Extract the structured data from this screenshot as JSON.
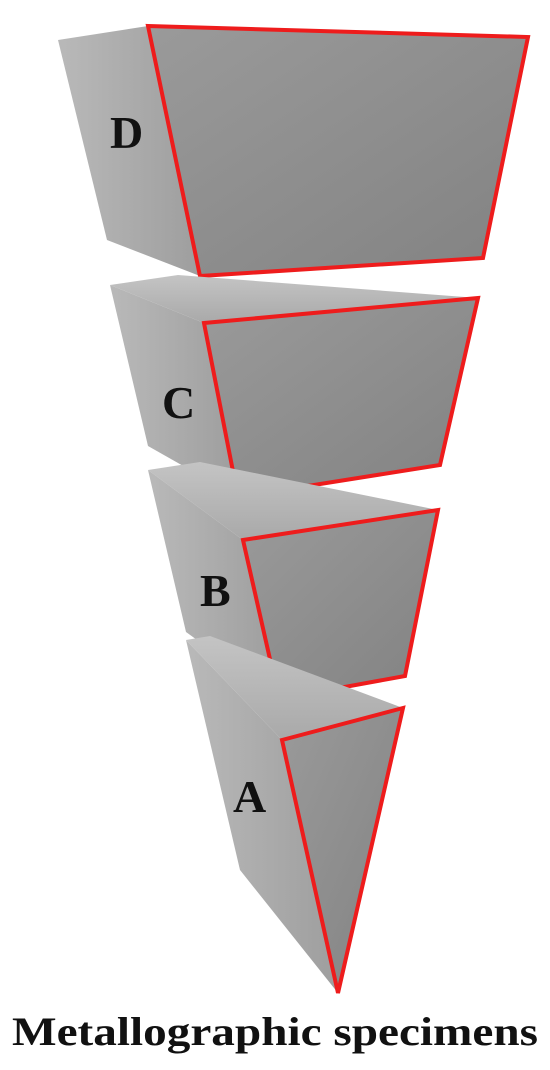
{
  "specimens": [
    {
      "id": "D",
      "label": "D"
    },
    {
      "id": "C",
      "label": "C"
    },
    {
      "id": "B",
      "label": "B"
    },
    {
      "id": "A",
      "label": "A"
    }
  ],
  "caption": "Metallographic specimens",
  "colors": {
    "outline": "#ee1c1c",
    "background": "#ffffff",
    "text": "#111111"
  }
}
